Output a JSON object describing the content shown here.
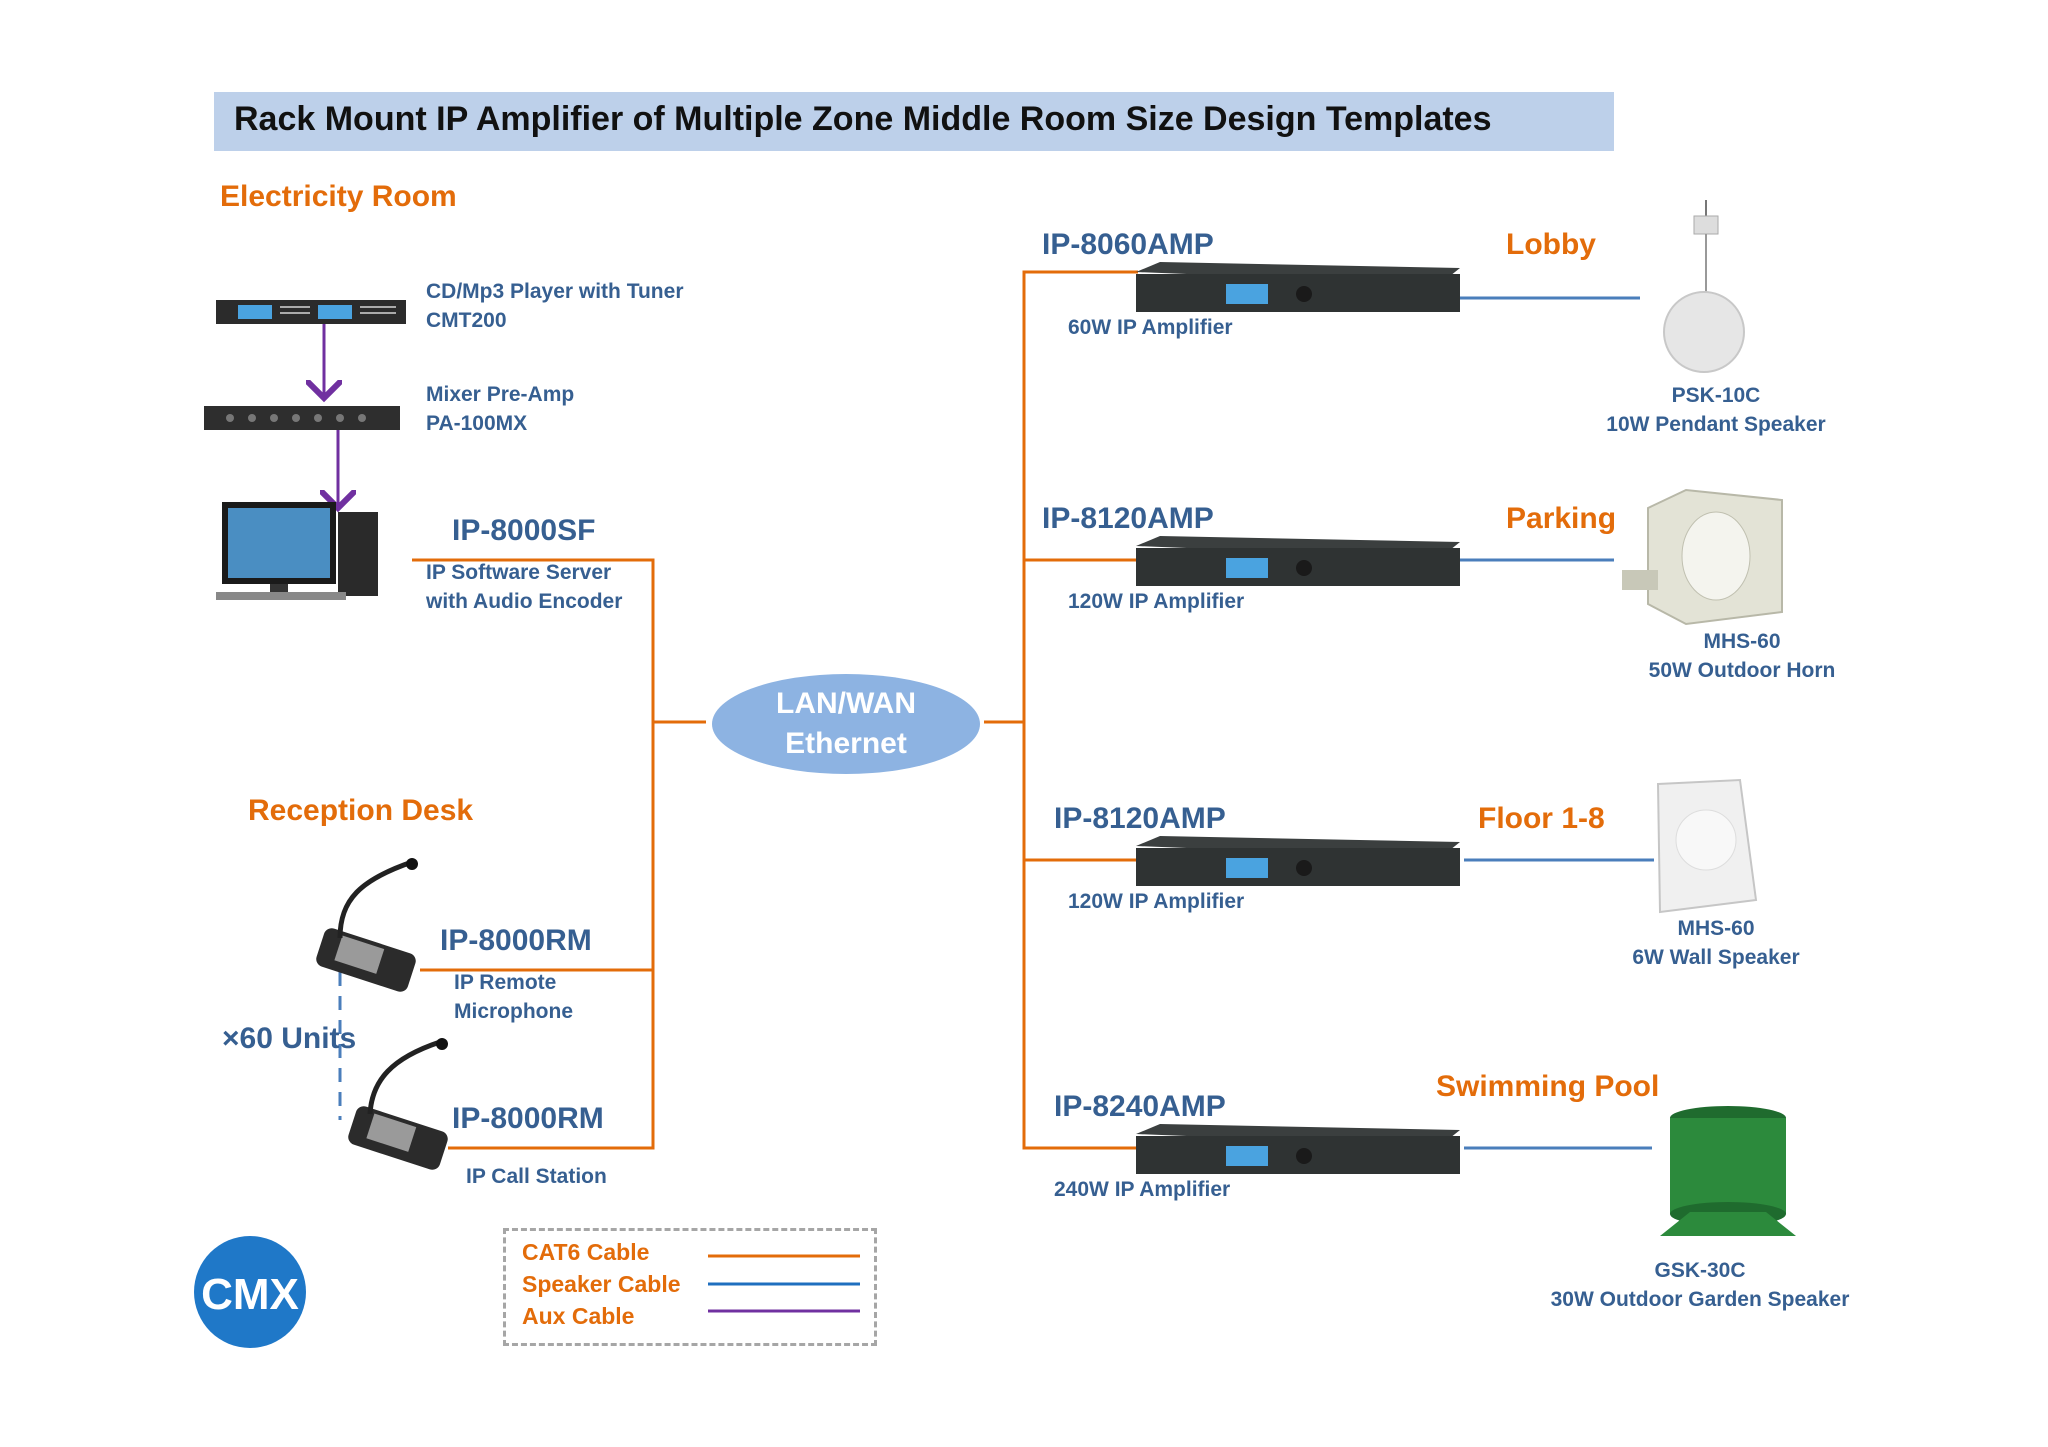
{
  "title": "Rack Mount IP Amplifier of Multiple Zone Middle Room Size Design Templates",
  "rooms": {
    "electricity": "Electricity Room",
    "reception": "Reception Desk"
  },
  "sources": {
    "cd_player": {
      "line1": "CD/Mp3 Player with Tuner",
      "line2": "CMT200"
    },
    "mixer": {
      "line1": "Mixer Pre-Amp",
      "line2": "PA-100MX"
    },
    "server": {
      "model": "IP-8000SF",
      "line1": "IP  Software Server",
      "line2": "with  Audio Encoder"
    },
    "remote_mic": {
      "model": "IP-8000RM",
      "line1": "IP  Remote",
      "line2": "Microphone"
    },
    "call_station": {
      "model": "IP-8000RM",
      "line1": "IP  Call Station"
    },
    "units": "60 Units"
  },
  "network": {
    "line1": "LAN/WAN",
    "line2": "Ethernet"
  },
  "zones": [
    {
      "amp_model": "IP-8060AMP",
      "amp_desc": "60W IP Amplifier",
      "zone": "Lobby",
      "speaker_model": "PSK-10C",
      "speaker_desc": "10W Pendant Speaker"
    },
    {
      "amp_model": "IP-8120AMP",
      "amp_desc": "120W IP Amplifier",
      "zone": "Parking",
      "speaker_model": "MHS-60",
      "speaker_desc": "50W Outdoor Horn"
    },
    {
      "amp_model": "IP-8120AMP",
      "amp_desc": "120W IP Amplifier",
      "zone": "Floor 1-8",
      "speaker_model": "MHS-60",
      "speaker_desc": "6W Wall Speaker"
    },
    {
      "amp_model": "IP-8240AMP",
      "amp_desc": "240W IP Amplifier",
      "zone": "Swimming Pool",
      "speaker_model": "GSK-30C",
      "speaker_desc": "30W Outdoor Garden Speaker"
    }
  ],
  "legend": [
    {
      "label": "CAT6 Cable",
      "color": "#e36c0a"
    },
    {
      "label": "Speaker Cable",
      "color": "#1f6fbf"
    },
    {
      "label": "Aux Cable",
      "color": "#7030a0"
    }
  ],
  "logo": "CMX",
  "colors": {
    "cat6": "#e36c0a",
    "speaker": "#4a7ebb",
    "aux": "#7030a0",
    "title_bar": "#bdd0ea",
    "ellipse": "#8db3e2"
  }
}
